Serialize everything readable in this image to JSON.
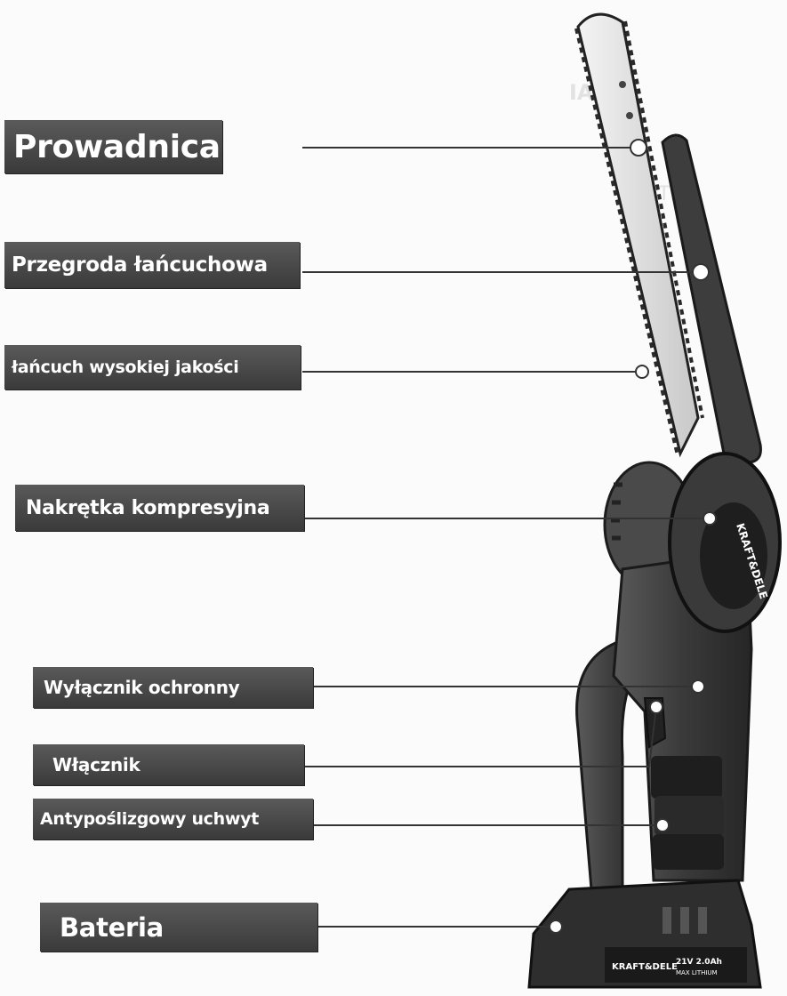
{
  "labels": [
    {
      "id": "prowadnica",
      "text": "Prowadnica"
    },
    {
      "id": "przegroda",
      "text": "Przegroda łańcuchowa"
    },
    {
      "id": "lancuch",
      "text": "łańcuch wysokiej jakości"
    },
    {
      "id": "nakretka",
      "text": "Nakrętka kompresyjna"
    },
    {
      "id": "wylacznik",
      "text": "Wyłącznik ochronny"
    },
    {
      "id": "wlacznik",
      "text": "Włącznik"
    },
    {
      "id": "uchwyt",
      "text": "Antypoślizgowy uchwyt"
    },
    {
      "id": "bateria",
      "text": "Bateria"
    }
  ],
  "brand": {
    "disc": "KRAFT&DELE",
    "battery": "KRAFT&DELE",
    "battery_spec": "21V 2.0Ah",
    "battery_type": "MAX LITHIUM"
  },
  "colors": {
    "label_bg": "#444444",
    "body": "#3a3a3a",
    "bar": "#d8d8d8"
  }
}
